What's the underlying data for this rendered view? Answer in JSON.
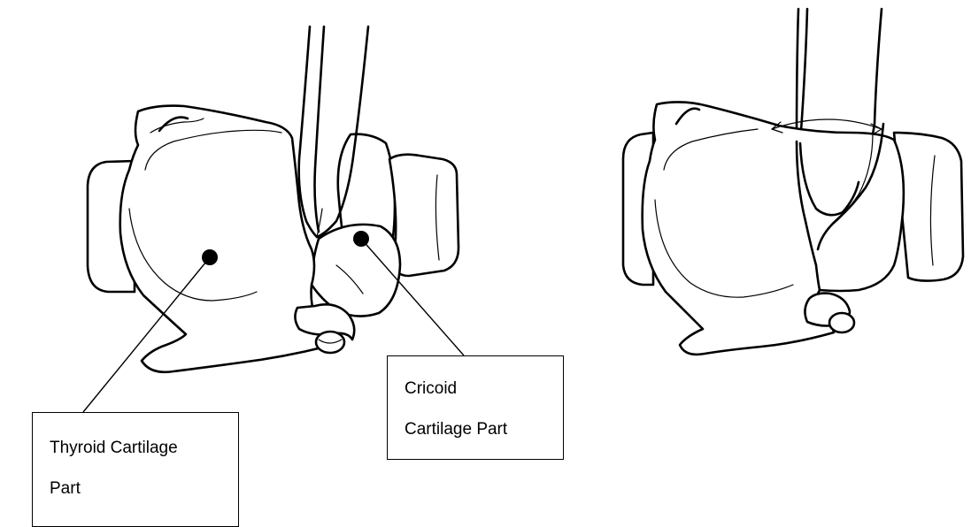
{
  "labels": {
    "thyroid": {
      "line1": "Thyroid Cartilage",
      "line2": "Part"
    },
    "cricoid": {
      "line1": "Cricoid",
      "line2": "Cartilage Part"
    }
  }
}
